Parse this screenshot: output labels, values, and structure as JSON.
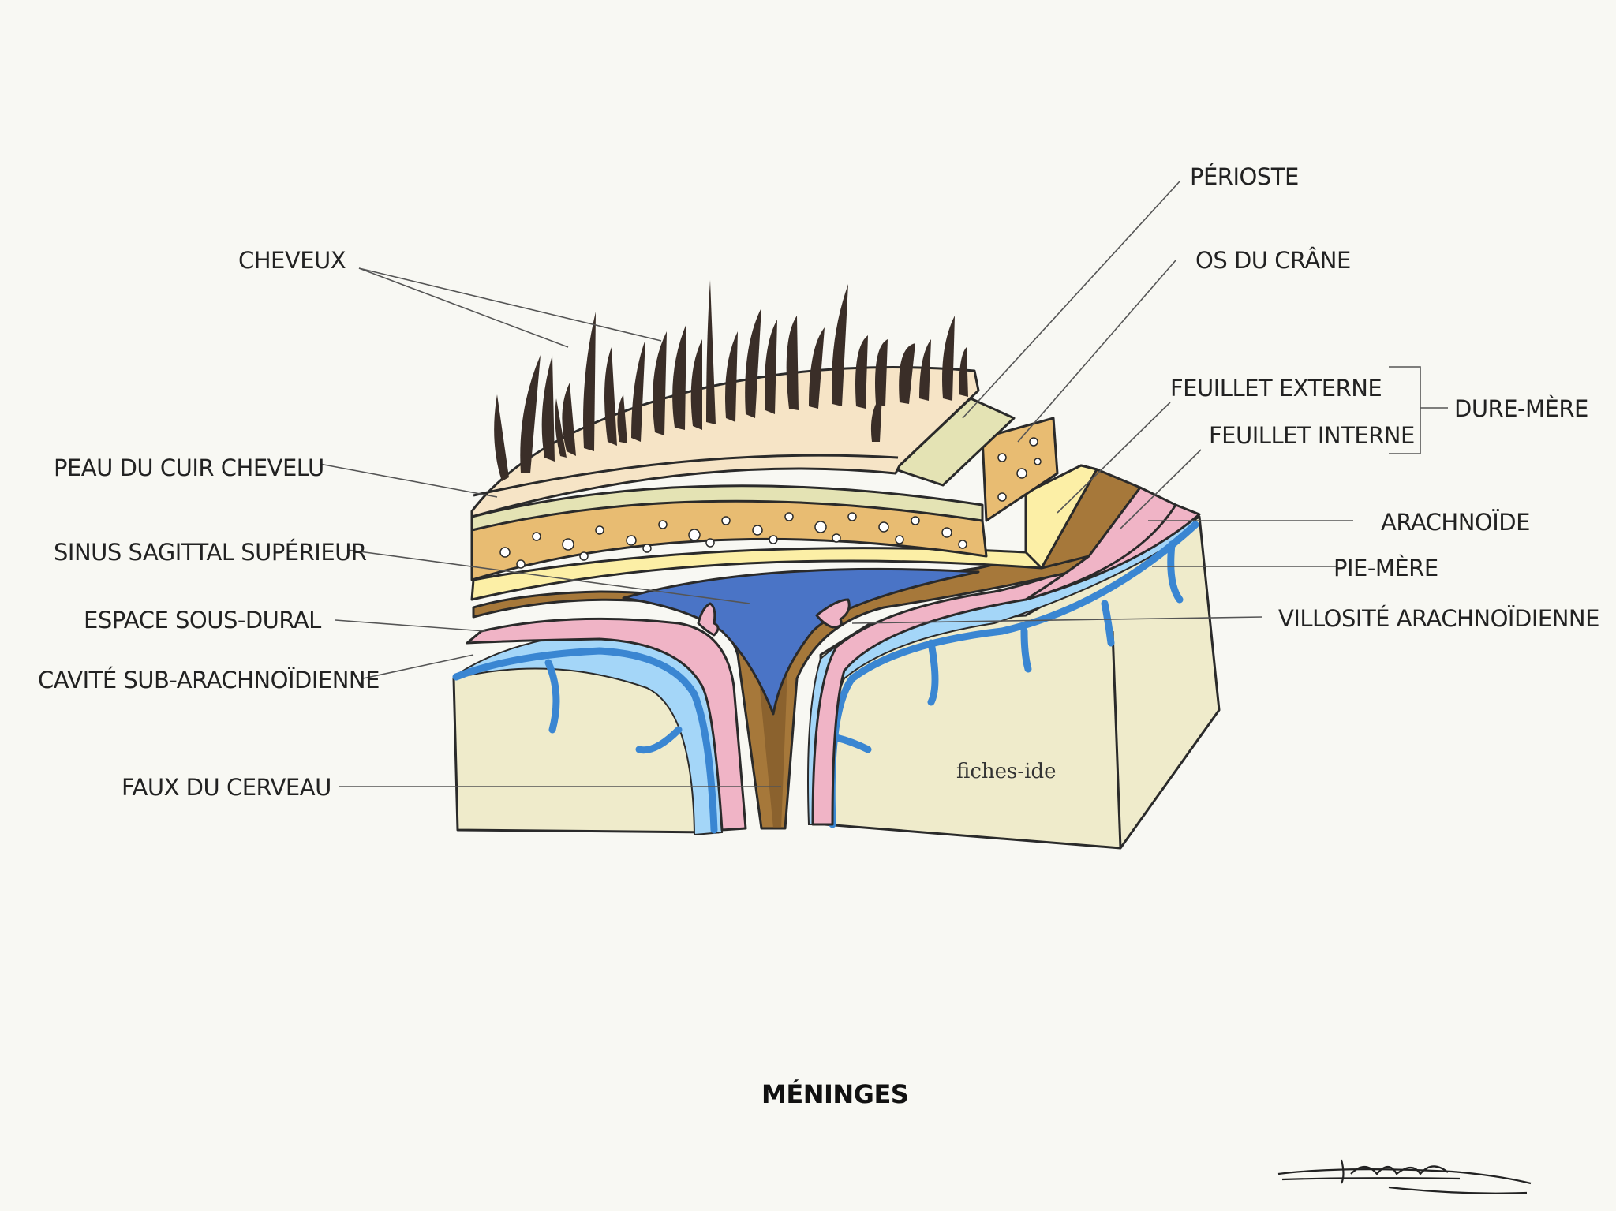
{
  "title": "MÉNINGES",
  "watermark": "fiches-ide",
  "signature": "Léana",
  "labels": {
    "cheveux": "CHEVEUX",
    "peau": "PEAU DU CUIR CHEVELU",
    "sinus": "SINUS SAGITTAL SUPÉRIEUR",
    "espace_sous_dural": "ESPACE SOUS-DURAL",
    "cavite_sub_arachnoidienne": "CAVITÉ SUB-ARACHNOÏDIENNE",
    "faux_du_cerveau": "FAUX DU CERVEAU",
    "perioste": "PÉRIOSTE",
    "os_du_crane": "OS DU CRÂNE",
    "feuillet_externe": "FEUILLET EXTERNE",
    "feuillet_interne": "FEUILLET INTERNE",
    "dure_mere": "DURE-MÈRE",
    "arachnoide": "ARACHNOÏDE",
    "pie_mere": "PIE-MÈRE",
    "villosite": "VILLOSITÉ ARACHNOÏDIENNE"
  },
  "colors": {
    "background": "#f8f8f3",
    "skin": "#f6e4c6",
    "periosteum": "#e4e3b4",
    "bone": "#e8bc72",
    "outer_dura": "#fcefa6",
    "inner_dura": "#a6783a",
    "arachnoid": "#f0b4c6",
    "subarachnoid": "#a4d6f8",
    "pia": "#3a86d2",
    "sinus": "#4a74c6",
    "brain": "#efebcb",
    "hair": "#3a2e28"
  }
}
